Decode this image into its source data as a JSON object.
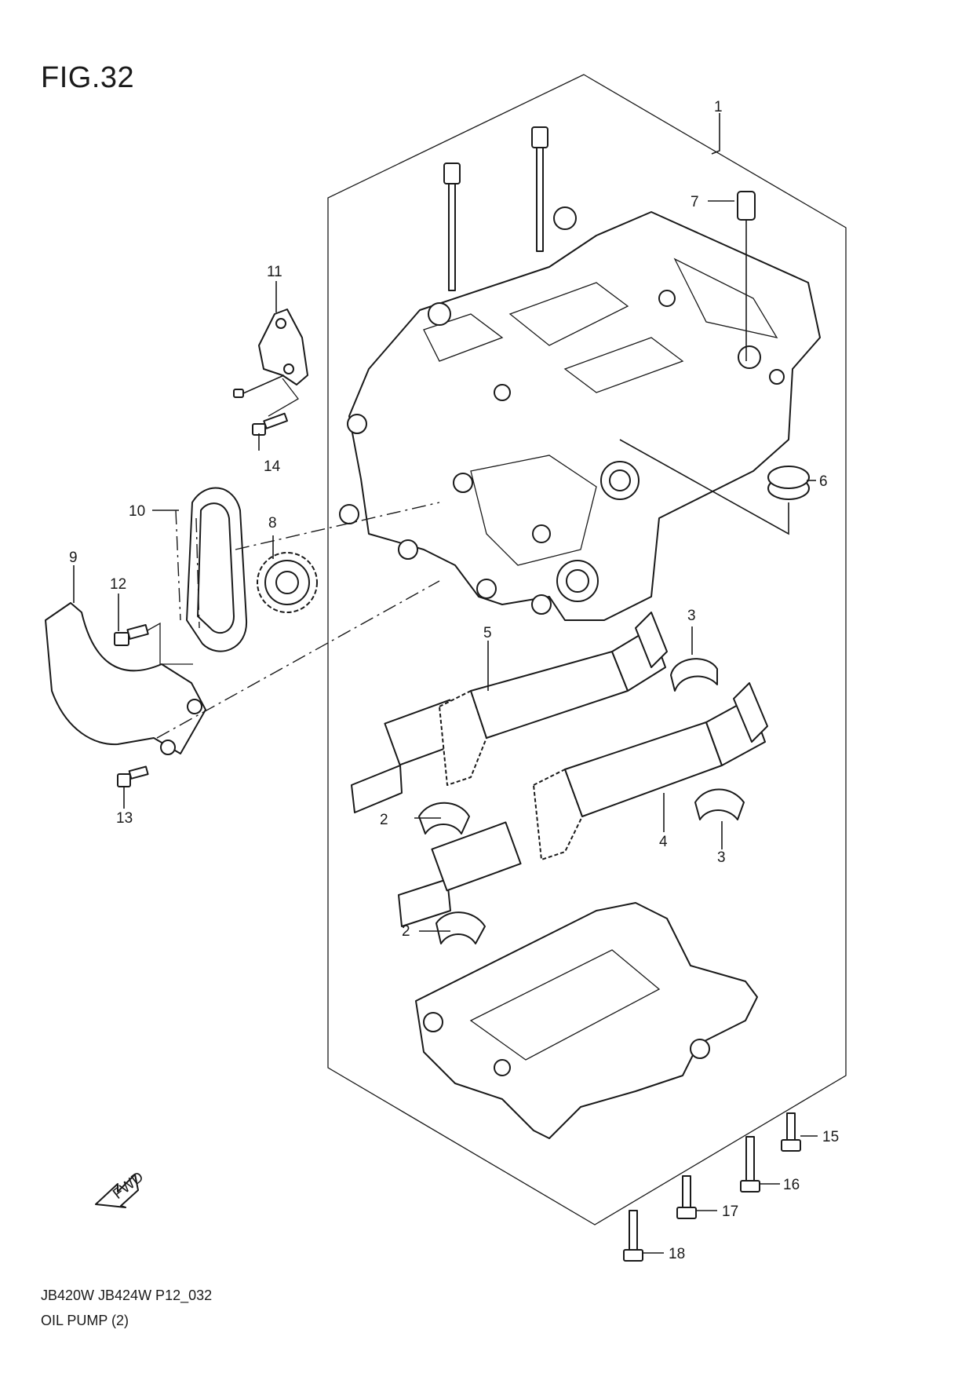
{
  "figure": {
    "title": "FIG.32",
    "model_code": "JB420W JB424W P12_032",
    "name": "OIL PUMP (2)",
    "fwd_label": "FWD"
  },
  "callouts": [
    {
      "id": "c1",
      "label": "1"
    },
    {
      "id": "c2a",
      "label": "2"
    },
    {
      "id": "c2b",
      "label": "2"
    },
    {
      "id": "c3a",
      "label": "3"
    },
    {
      "id": "c3b",
      "label": "3"
    },
    {
      "id": "c4",
      "label": "4"
    },
    {
      "id": "c5",
      "label": "5"
    },
    {
      "id": "c6",
      "label": "6"
    },
    {
      "id": "c7",
      "label": "7"
    },
    {
      "id": "c8",
      "label": "8"
    },
    {
      "id": "c9",
      "label": "9"
    },
    {
      "id": "c10",
      "label": "10"
    },
    {
      "id": "c11",
      "label": "11"
    },
    {
      "id": "c12",
      "label": "12"
    },
    {
      "id": "c13",
      "label": "13"
    },
    {
      "id": "c14",
      "label": "14"
    },
    {
      "id": "c15",
      "label": "15"
    },
    {
      "id": "c16",
      "label": "16"
    },
    {
      "id": "c17",
      "label": "17"
    },
    {
      "id": "c18",
      "label": "18"
    }
  ]
}
